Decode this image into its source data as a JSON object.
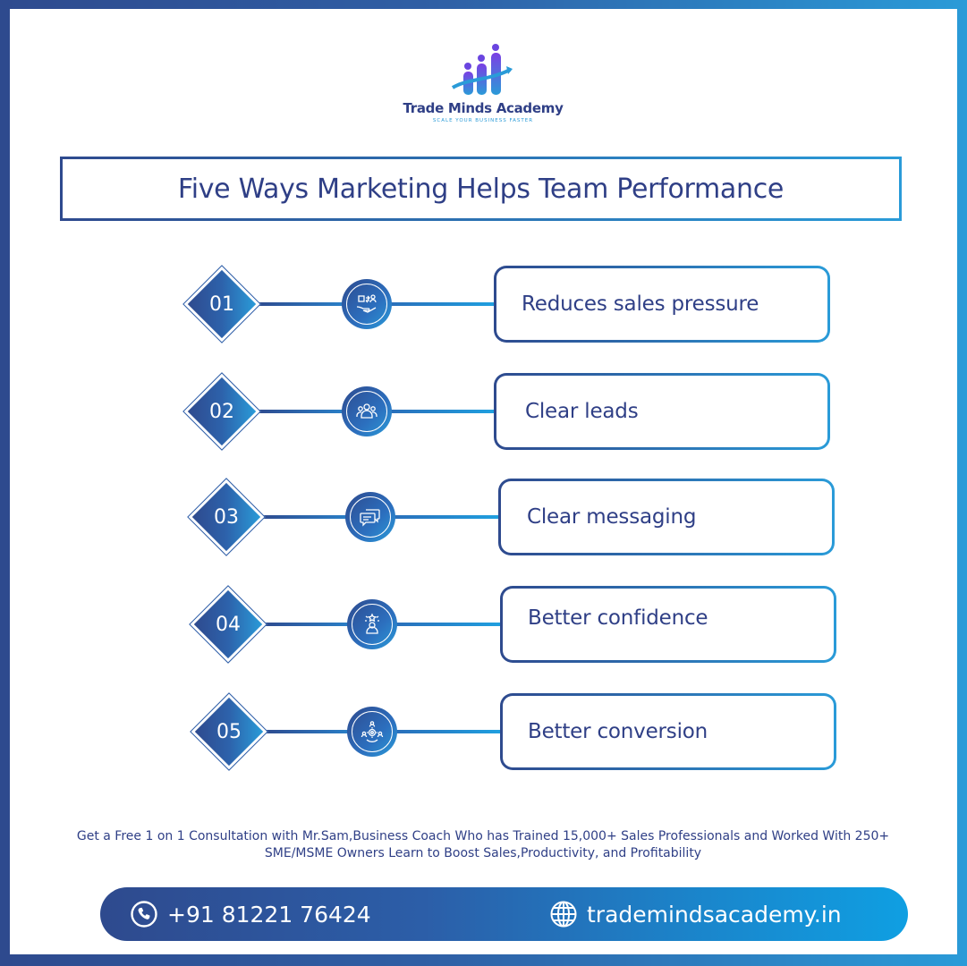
{
  "brand": {
    "name": "Trade Minds Academy",
    "tagline": "SCALE YOUR BUSINESS FASTER",
    "logo_icon": "rising-people-chart-icon"
  },
  "colors": {
    "primary_dark": "#2e4a8e",
    "primary_light": "#2a9bd8",
    "text": "#2f3f86"
  },
  "title": "Five Ways Marketing Helps Team Performance",
  "items": [
    {
      "number": "01",
      "label": "Reduces sales pressure",
      "icon": "hand-box-exchange-icon"
    },
    {
      "number": "02",
      "label": "Clear leads",
      "icon": "group-people-icon"
    },
    {
      "number": "03",
      "label": "Clear messaging",
      "icon": "chat-bubbles-icon"
    },
    {
      "number": "04",
      "label": "Better confidence",
      "icon": "person-star-icon"
    },
    {
      "number": "05",
      "label": "Better conversion",
      "icon": "team-gear-icon"
    }
  ],
  "cta": {
    "line1": "Get a Free 1 on 1 Consultation with Mr.Sam,Business Coach Who has Trained 15,000+ Sales Professionals and Worked With  250+",
    "line2": "SME/MSME Owners Learn to Boost Sales,Productivity, and Profitability"
  },
  "contact": {
    "phone": "+91 81221 76424",
    "phone_icon": "phone-icon",
    "website": "trademindsacademy.in",
    "website_icon": "globe-icon"
  }
}
